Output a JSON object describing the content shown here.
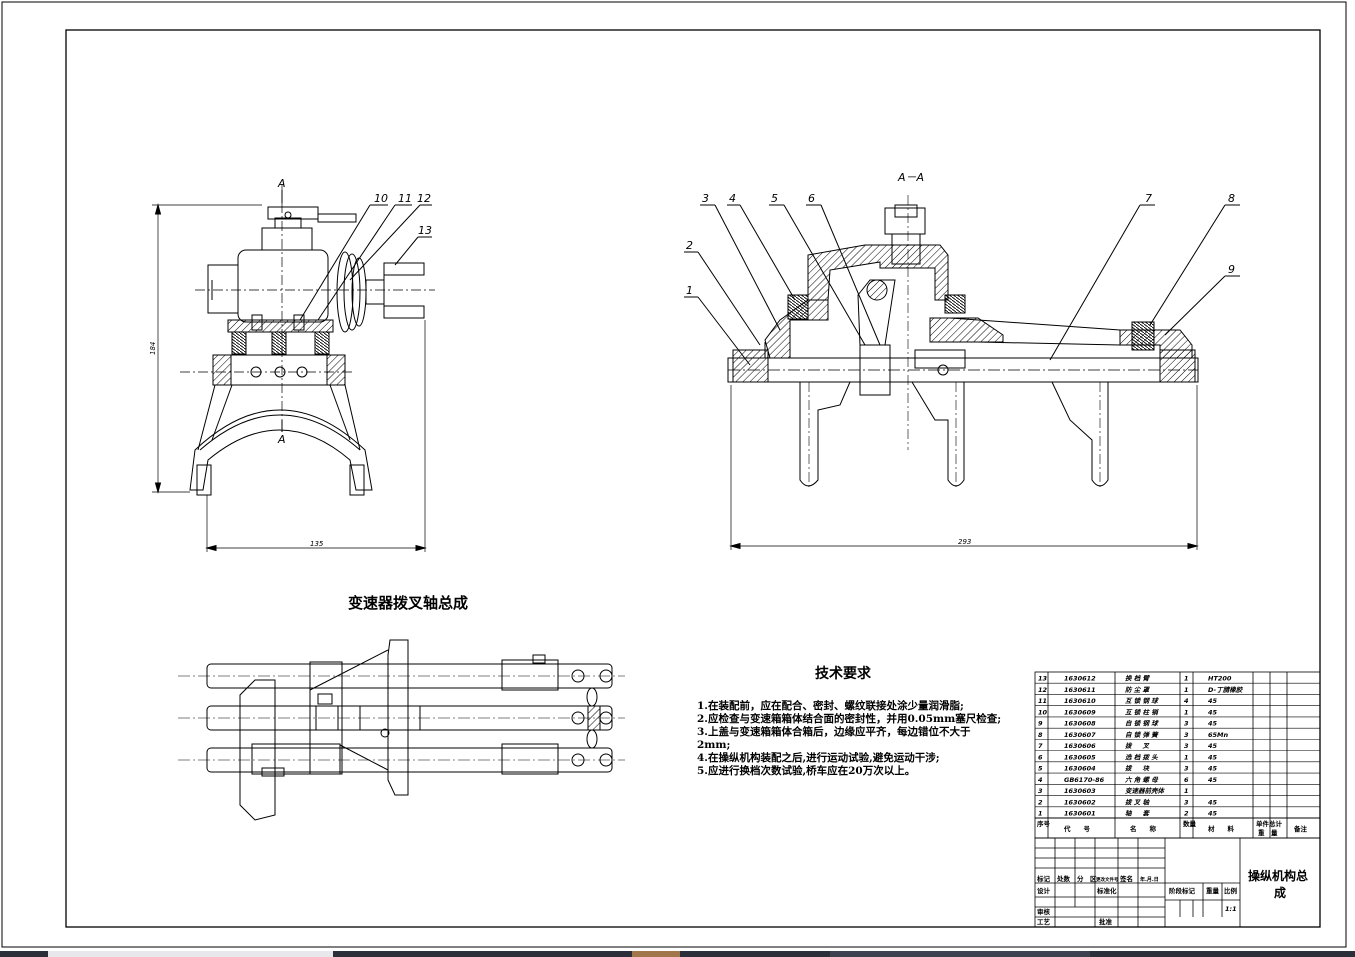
{
  "title_main": "变速器拨叉轴总成",
  "tech_heading": "技术要求",
  "tech_lines": [
    "1.在装配前，应在配合、密封、螺纹联接处涂少量润滑脂;",
    "2.应检查与变速箱箱体结合面的密封性，并用0.05mm塞尺检查;",
    "3.上盖与变速箱箱体合箱后，边缘应平齐，每边错位不大于",
    "2mm;",
    "4.在操纵机构装配之后,进行运动试验,避免运动干涉;",
    "5.应进行换档次数试验,桥车应在20万次以上。"
  ],
  "left_view": {
    "section_mark": "A",
    "callouts": [
      "10",
      "11",
      "12",
      "13"
    ],
    "dim_height": "184",
    "dim_width": "135"
  },
  "right_view": {
    "section_title": "A－A",
    "callouts": [
      "3",
      "4",
      "5",
      "6",
      "7",
      "8",
      "9",
      "2",
      "1"
    ],
    "dim_width": "293"
  },
  "parts_header": {
    "no": "序号",
    "code": "代　　号",
    "name": "名　　称",
    "qty": "数量",
    "material": "材　　料",
    "unit_total": "单件总计",
    "weight": "重　量",
    "remark": "备注"
  },
  "parts": [
    {
      "no": "13",
      "code": "1630612",
      "name": "换 档 臂",
      "qty": "1",
      "material": "HT200"
    },
    {
      "no": "12",
      "code": "1630611",
      "name": "防 尘 罩",
      "qty": "1",
      "material": "D-丁腈橡胶"
    },
    {
      "no": "11",
      "code": "1630610",
      "name": "互 锁 钢 球",
      "qty": "4",
      "material": "45"
    },
    {
      "no": "10",
      "code": "1630609",
      "name": "互 锁 柱 销",
      "qty": "1",
      "material": "45"
    },
    {
      "no": "9",
      "code": "1630608",
      "name": "自 锁 钢 球",
      "qty": "3",
      "material": "45"
    },
    {
      "no": "8",
      "code": "1630607",
      "name": "自 锁 弹 簧",
      "qty": "3",
      "material": "65Mn"
    },
    {
      "no": "7",
      "code": "1630606",
      "name": "拨 　 叉",
      "qty": "3",
      "material": "45"
    },
    {
      "no": "6",
      "code": "1630605",
      "name": "选 档 拨 头",
      "qty": "1",
      "material": "45"
    },
    {
      "no": "5",
      "code": "1630604",
      "name": "拨 　 块",
      "qty": "3",
      "material": "45"
    },
    {
      "no": "4",
      "code": "GB6170-86",
      "name": "六 角 螺 母",
      "qty": "6",
      "material": "45"
    },
    {
      "no": "3",
      "code": "1630603",
      "name": "变速器前壳体",
      "qty": "1",
      "material": ""
    },
    {
      "no": "2",
      "code": "1630602",
      "name": "拨 叉 轴",
      "qty": "3",
      "material": "45"
    },
    {
      "no": "1",
      "code": "1630601",
      "name": "轴 　 套",
      "qty": "2",
      "material": "45"
    }
  ],
  "title_block": {
    "drawing_name_1": "操纵机构总",
    "drawing_name_2": "成",
    "mark": "标记",
    "count": "处数",
    "zone": "分　区",
    "change_doc": "更改文件号",
    "sign": "签名",
    "date": "年.月.日",
    "design": "设计",
    "standard": "标准化",
    "stage": "阶段标记",
    "weight": "重量",
    "scale": "比例",
    "scale_value": "1:1",
    "review": "审核",
    "process": "工艺",
    "approve": "批准"
  },
  "colors": {
    "line": "#000000",
    "hatch": "#000000",
    "background": "#ffffff",
    "taskbar": "#2b2f3a"
  }
}
